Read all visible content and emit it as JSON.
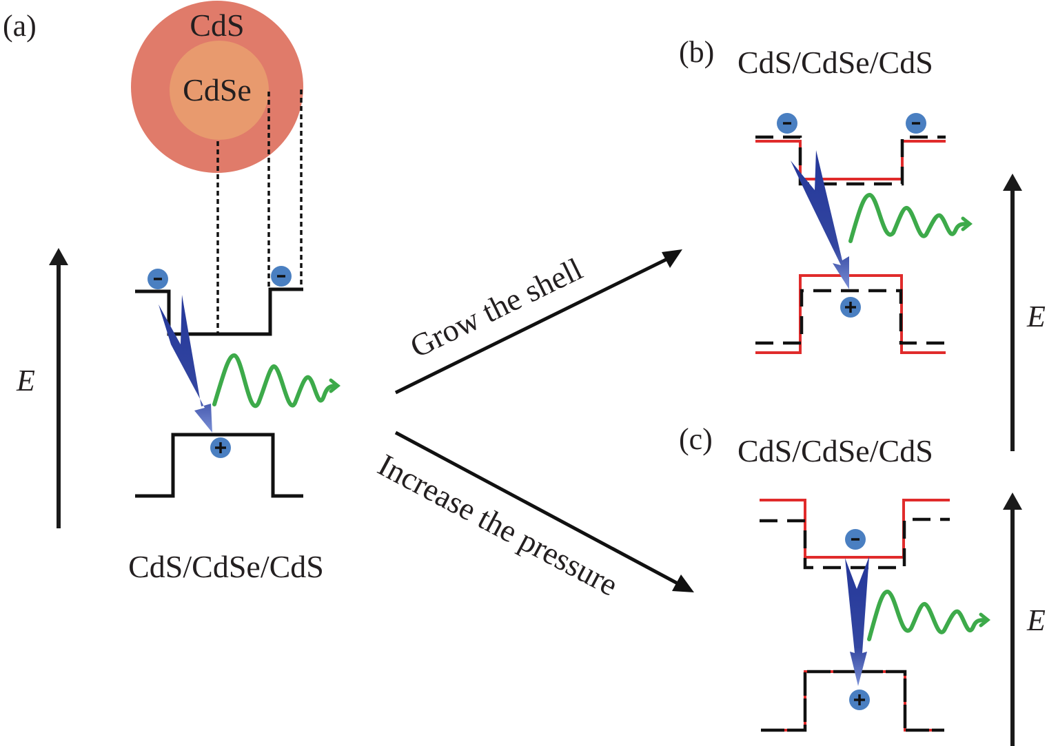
{
  "figure": {
    "panel_a": {
      "label": "(a)",
      "shell_label": "CdS",
      "core_label": "CdSe",
      "caption": "CdS/CdSe/CdS",
      "axis_label": "E",
      "electron_sign": "-",
      "hole_sign": "+"
    },
    "panel_b": {
      "label": "(b)",
      "title": "CdS/CdSe/CdS",
      "axis_label": "E"
    },
    "panel_c": {
      "label": "(c)",
      "title": "CdS/CdSe/CdS",
      "axis_label": "E"
    },
    "transitions": {
      "upper": "Grow the shell",
      "lower": "Increase the pressure"
    },
    "colors": {
      "shell": "#e07b6a",
      "core": "#e89a6e",
      "carrier": "#4a7fc1",
      "recombination_arrow": "#2e3f9a",
      "emission": "#3daa4a",
      "modified_band": "#e02b2b",
      "band": "#111111"
    }
  }
}
